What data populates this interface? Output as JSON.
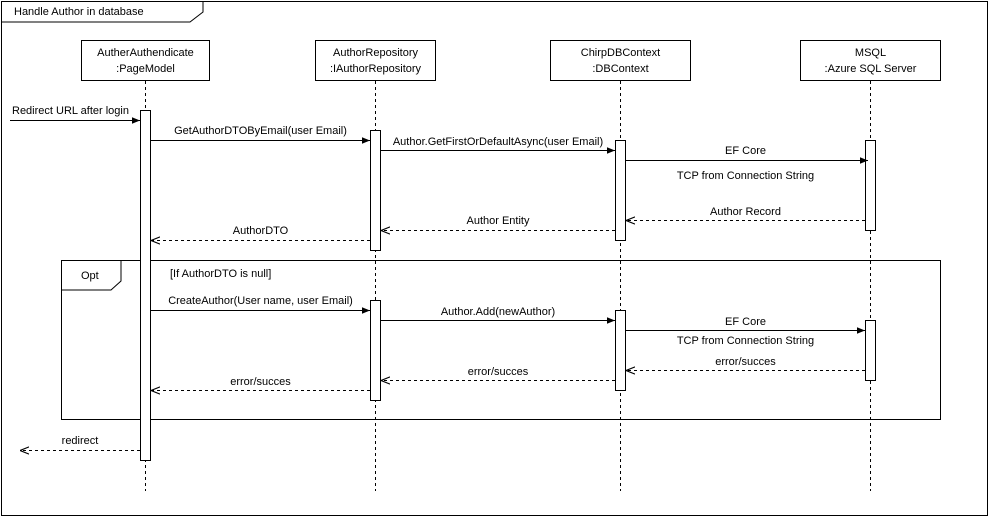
{
  "diagram": {
    "title": "Handle Author in database",
    "participants": [
      {
        "line1": "AutherAuthendicate",
        "line2": ":PageModel"
      },
      {
        "line1": "AuthorRepository",
        "line2": ":IAuthorRepository"
      },
      {
        "line1": "ChirpDBContext",
        "line2": ":DBContext"
      },
      {
        "line1": "MSQL",
        "line2": ":Azure SQL Server"
      }
    ],
    "messages": {
      "redirect_in": "Redirect URL after login",
      "get_author_dto": "GetAuthorDTOByEmail(user Email)",
      "get_first_or_default": "Author.GetFirstOrDefaultAsync(user Email)",
      "ef_core_1": "EF Core",
      "tcp_1": "TCP from Connection String",
      "author_record": "Author Record",
      "author_entity": "Author Entity",
      "author_dto": "AuthorDTO",
      "create_author": "CreateAuthor(User name, user Email)",
      "author_add": "Author.Add(newAuthor)",
      "ef_core_2": "EF Core",
      "tcp_2": "TCP from Connection String",
      "error_success_db": "error/succes",
      "error_success_ctx": "error/succes",
      "error_success_repo": "error/succes",
      "redirect_out": "redirect"
    },
    "fragment": {
      "operator": "Opt",
      "guard": "[If AuthorDTO is null]"
    }
  }
}
